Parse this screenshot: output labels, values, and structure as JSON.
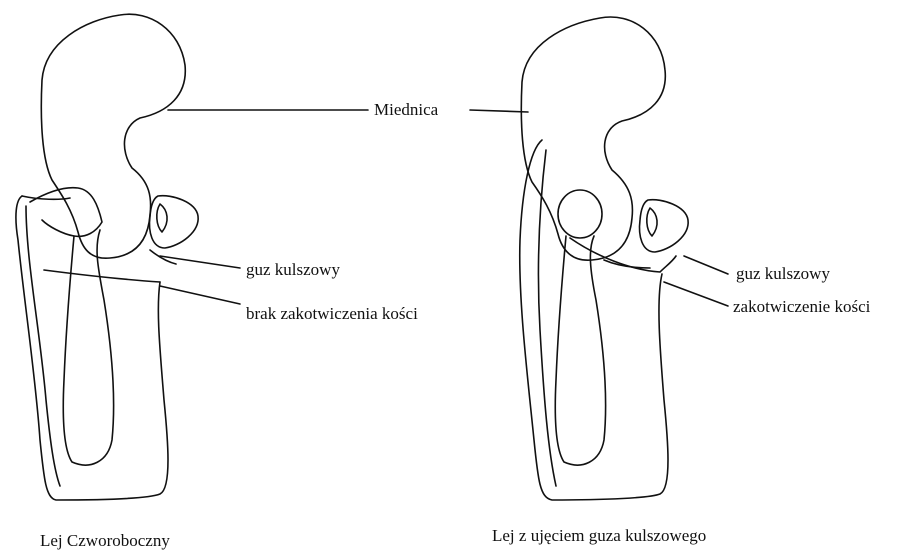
{
  "labels": {
    "pelvis": "Miednica",
    "ischial_left": "guz kulszowy",
    "no_anchor": "brak zakotwiczenia kości",
    "ischial_right": "guz kulszowy",
    "anchor": "zakotwiczenie kości"
  },
  "captions": {
    "left": "Lej Czworoboczny",
    "right": "Lej z ujęciem guza kulszowego"
  },
  "colors": {
    "line": "#111111",
    "background": "#ffffff"
  }
}
